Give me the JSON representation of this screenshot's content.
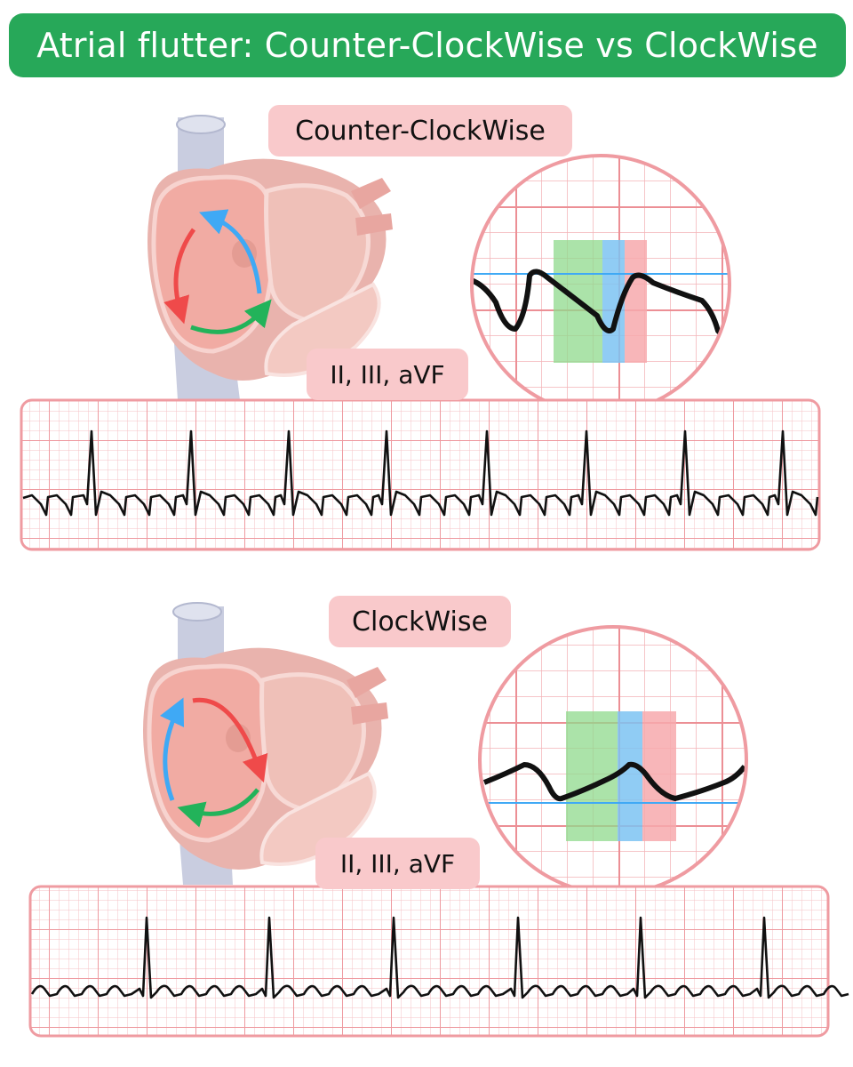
{
  "title": "Atrial flutter: Counter-ClockWise vs ClockWise",
  "panels": [
    {
      "label": "Counter-ClockWise",
      "leads": "II, III, aVF"
    },
    {
      "label": "ClockWise",
      "leads": "II, III, aVF"
    }
  ],
  "colors": {
    "title_bg": "#27a859",
    "label_bg": "#f9c9cb",
    "grid": "#f2a6ab",
    "arrow_red": "#ef4a4a",
    "arrow_blue": "#3fa9f5",
    "arrow_green": "#22b35a",
    "band_green": "#8fd98c",
    "band_blue": "#7cc3f2",
    "band_pink": "#f7a9ad"
  },
  "icons": [
    "heart-illustration",
    "circuit-arrow",
    "magnifier-circle"
  ]
}
